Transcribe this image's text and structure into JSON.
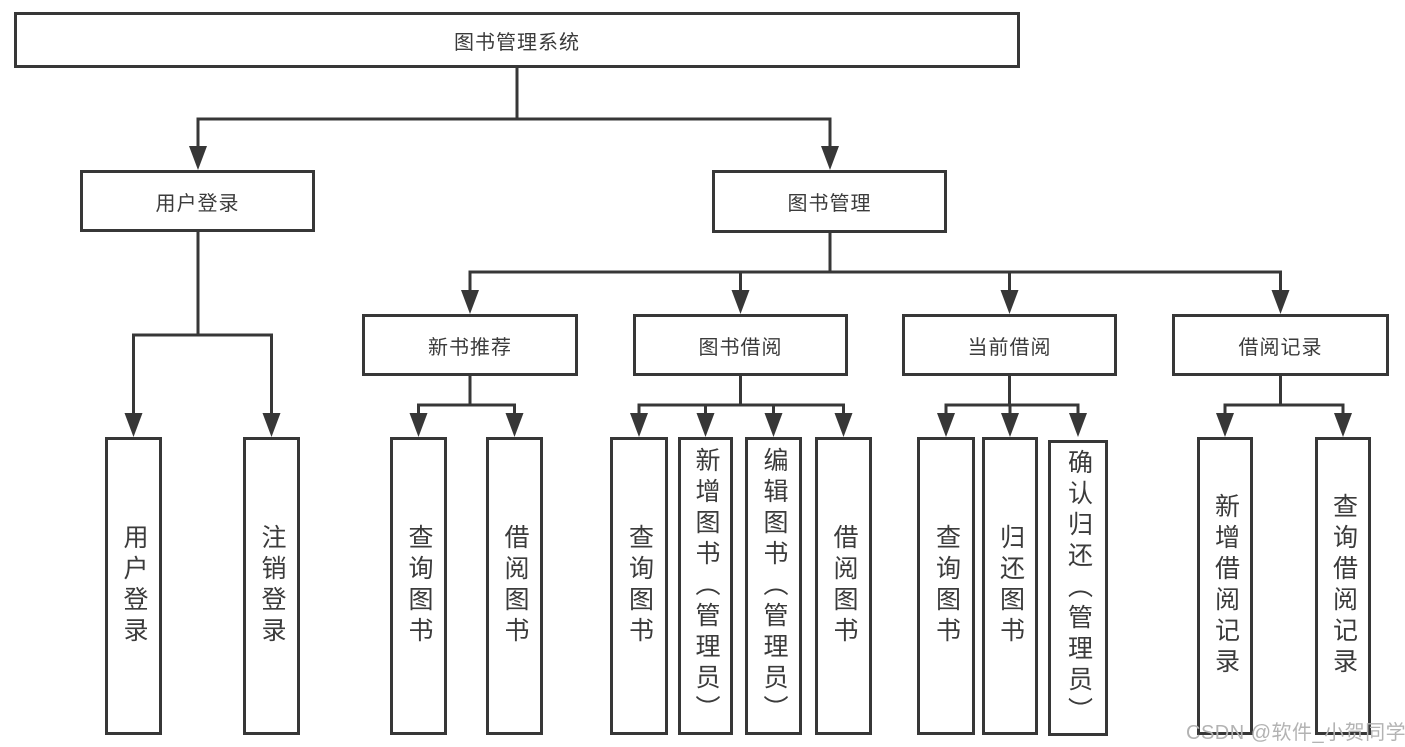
{
  "diagram": {
    "title_node": "图书管理系统",
    "root": {
      "label": "图书管理系统",
      "children": [
        {
          "label": "用户登录",
          "children": [
            {
              "label": "用户登录"
            },
            {
              "label": "注销登录"
            }
          ]
        },
        {
          "label": "图书管理",
          "children": [
            {
              "label": "新书推荐",
              "children": [
                {
                  "label": "查询图书"
                },
                {
                  "label": "借阅图书"
                }
              ]
            },
            {
              "label": "图书借阅",
              "children": [
                {
                  "label": "查询图书"
                },
                {
                  "label": "新增图书（管理员）"
                },
                {
                  "label": "编辑图书（管理员）"
                },
                {
                  "label": "借阅图书"
                }
              ]
            },
            {
              "label": "当前借阅",
              "children": [
                {
                  "label": "查询图书"
                },
                {
                  "label": "归还图书"
                },
                {
                  "label": "确认归还（管理员）"
                }
              ]
            },
            {
              "label": "借阅记录",
              "children": [
                {
                  "label": "新增借阅记录"
                },
                {
                  "label": "查询借阅记录"
                }
              ]
            }
          ]
        }
      ]
    },
    "watermark": "CSDN @软件_小贺同学",
    "colors": {
      "line": "#373737",
      "text": "#3b3b3b",
      "background": "#ffffff",
      "watermark": "#b3b3b3"
    }
  }
}
